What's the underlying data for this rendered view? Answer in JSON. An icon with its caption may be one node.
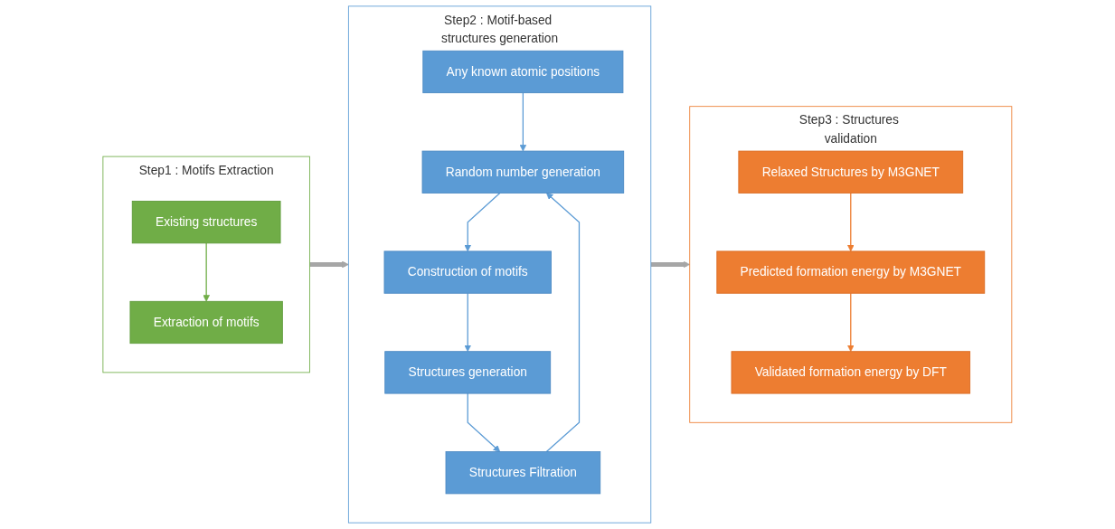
{
  "diagram": {
    "nodes": [
      {
        "text": [
          "Step1 : Motifs Extraction"
        ]
      },
      {
        "text": [
          "Existing structures"
        ],
        "in": 0
      },
      {
        "text": [
          "Extraction of motifs"
        ],
        "in": 0
      },
      {
        "text": [
          "Step2 : Motif-based structures generation"
        ]
      },
      {
        "text": [
          "Any known atomic positions"
        ],
        "in": 3
      },
      {
        "text": [
          "Random number generation"
        ],
        "in": 3
      },
      {
        "text": [
          "Construction of motifs"
        ],
        "in": 3
      },
      {
        "text": [
          "Structures generation"
        ],
        "in": 3
      },
      {
        "text": [
          "Structures Filtration"
        ],
        "in": 3
      },
      {
        "text": [
          "Step3 : Structures validation"
        ]
      },
      {
        "text": [
          "Relaxed Structures by M3GNET"
        ],
        "in": 9
      },
      {
        "text": [
          "Predicted formation energy by M3GNET"
        ],
        "in": 9
      },
      {
        "text": [
          "Validated formation energy by DFT"
        ],
        "in": 9
      }
    ],
    "edges": [
      {
        "from": 1,
        "to": 2,
        "arrow": "to",
        "color": "#70ad47"
      },
      {
        "from": 0,
        "to": 3,
        "arrow": "to",
        "style": "thick",
        "color": "#a6a6a6"
      },
      {
        "from": 4,
        "to": 5,
        "arrow": "to"
      },
      {
        "from": 5,
        "to": 6,
        "arrow": "to"
      },
      {
        "from": 6,
        "to": 7,
        "arrow": "to"
      },
      {
        "from": 7,
        "to": 8,
        "arrow": "to"
      },
      {
        "from": 8,
        "to": 5,
        "arrow": "to"
      },
      {
        "from": 3,
        "to": 9,
        "arrow": "to",
        "style": "thick",
        "color": "#a6a6a6"
      },
      {
        "from": 10,
        "to": 11,
        "arrow": "to",
        "color": "#ed7d31"
      },
      {
        "from": 11,
        "to": 12,
        "arrow": "to",
        "color": "#ed7d31"
      }
    ]
  }
}
